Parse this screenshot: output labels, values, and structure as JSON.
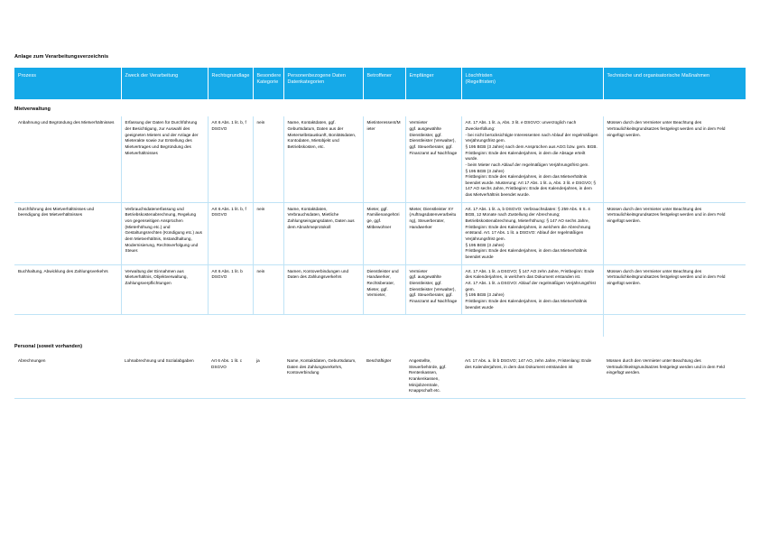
{
  "document": {
    "title": "Anlage zum Verarbeitungsverzeichnis",
    "accent_color": "#15A9E8",
    "grid_color": "#BFE3F6"
  },
  "table": {
    "headers": [
      "Prozess",
      "Zweck der Verarbeitung",
      "Rechtsgrundlage",
      "Besondere Kategorie",
      "Personenbezogene Daten Datenkategorien",
      "Betroffener",
      "Empfänger",
      "Löschfristen\n(Regelfristen)",
      "Technische und organisatorische Maßnahmen"
    ],
    "sections": [
      {
        "label": "Mietverwaltung",
        "rows": [
          {
            "prozess": "Anbahnung und Begründung des Mietverhältnisses",
            "zweck": "Erfassung der Daten für Durchführung der Besichtigung, zur Auswahl des geeigneten Mieters und der Anlage der Mieterakte sowie zur Erstellung des Mietvertrages und Begründung des Mietverhältnisses",
            "rechtsgrundlage": "Art 6 Abs. 1 lit. b, f DSGVO",
            "besondere_kategorie": "nein",
            "datenkategorien": "Name, Kontaktdaten, ggf. Geburtsdatum, Daten aus der Mieterselbstauskunft, Bonitätsdaten, Kontodaten, Mietobjekt und Betriebskosten, etc.",
            "betroffener": "Mietinteressent/Mieter",
            "empfaenger": "Vermieter\nggf. ausgewählte Dienstleister, ggf. Dienstleister (Verwalter), ggf. Steuerberater, ggf. Finanzamt auf Nachfrage",
            "loeschfristen": "Art. 17 Abs. 1 lit. a, Abs. 3 lit. e DSGVO: unverzüglich nach Zweckerfüllung:\n- bei nicht berücksichtigte Interessenten nach Ablauf der regelmäßigen Verjährungsfrist gem.\n§ 195 BGB (3 Jahre) nach dem Ansprüchen aus AGG bzw. gem. BGB. Fristbeginn: Ende des Kalenderjahres, in dem die Absage erteilt wurde.\n- beim Mieter nach Ablauf der regelmäßigen Verjährungsfrist gem.\n§ 195 BGB (3 Jahre)\nFristbeginn: Ende des Kalenderjahres, in dem das Mietverhältnis beendet wurde. Musterung: Art 17 Abs. 1 lit. a, Abs. 3 lit. e DSGVO; § 147 AO sechs Jahre, Fristbeginn: Ende des Kalenderjahres, in dem das Mietverhältnis beendet wurde.",
            "massnahmen": "Müssen durch den Vermieter unter Beachtung des Vertraulichkeitsgrundsatzes festgelegt werden und in dem Feld eingefügt werden."
          },
          {
            "prozess": "Durchführung des Mietverhältnisses und beendigung des Mietverhältnisses",
            "zweck": "Verbrauchsdatenerfassung und Betriebskostenabrechnung, Regelung von gegenseitigen Ansprüchen (Mieterhöhung etc.) und Gestaltungsrechten (Kündigung etc.) aus dem Mietverhältnis, Instandhaltung, Modernisierung, Rechtsverfolgung und Steuer.",
            "rechtsgrundlage": "Art 6 Abs. 1 lit. b, f DSGVO",
            "besondere_kategorie": "nein",
            "datenkategorien": "Name, Kontaktdaten, Verbrauchsdaten, Mietliche Zahlungseingangsdaten, Daten aus dem Abnahmeprotokoll",
            "betroffener": "Mieter, ggf. Familienangehörige, ggf. Mitbewohner",
            "empfaenger": "Mieter, Dienstleister XY (Auftragsdatenverarbeitung), Steuerberater, Handwerker",
            "loeschfristen": "Art. 17 Abs. 1 lit. a, b DSGVO: Verbrauchsdaten: § 259 Abs. 6 S. 4 BGB, 12 Monate nach Zustellung der Abrechnung; Betriebskostenabrechnung, Mieterhöhung: § 147 AO sechs Jahre, Fristbeginn: Ende des Kalenderjahres, in welchem die Abrechnung entstand. Art. 17 Abs. 1 lit. a DSGVO: Ablauf der regelmäßigen Verjährungsfrist gem.\n§ 195 BGB (3 Jahre)\nFristbeginn: Ende des Kalenderjahres, in dem das Mietverhältnis beendet wurde",
            "massnahmen": "Müssen durch den Vermieter unter Beachtung des Vertraulichkeitsgrundsatzes festgelegt werden und in dem Feld eingefügt werden."
          },
          {
            "prozess": "Buchhaltung, Abwicklung des Zahlungsverkehrs",
            "zweck": "Verwaltung der Einnahmen aus Mietverhältnis, Objektverwaltung, Zahlungsverpflichtungen",
            "rechtsgrundlage": "Art 6 Abs. 1 lit. b DSGVO",
            "besondere_kategorie": "nein",
            "datenkategorien": "Namen, Kontoverbindungen und Daten des Zahlungsverkehrs",
            "betroffener": "Dienstleister und Handwerker, Rechtsberater, Mieter, ggf. Vermieter,",
            "empfaenger": "Vermieter\nggf. ausgewählte Dienstleister, ggf. Dienstleister (Verwalter), ggf. Steuerberater, ggf. Finanzamt auf Nachfrage",
            "loeschfristen": "Art. 17 Abs. 1 lit. a DSGVO; § 147 AO zehn Jahre, Fristbeginn: Ende des Kalenderjahres, in welchem das Dokument erstanden ist.\nArt. 17 Abs. 1 lit. a DSGVO: Ablauf der regelmäßigen Verjährungsfrist gem.\n§ 195 BGB (3 Jahre)\nFristbeginn: Ende des Kalenderjahres, in dem das Mietverhältnis beendet wurde",
            "massnahmen": "Müssen durch den Vermieter unter Beachtung des Vertraulichkeitsgrundsatzes festgelegt werden und in dem Feld eingefügt werden."
          }
        ]
      },
      {
        "label": "Personal (soweit vorhanden)",
        "rows": [
          {
            "prozess": "Abrechnungen",
            "zweck": "Lohnabrechnung und Sozialabgaben",
            "rechtsgrundlage": "Art 6 Abs. 1 lit. c DSGVO",
            "besondere_kategorie": "ja",
            "datenkategorien": "Name, Kontaktdaten, Geburtsdatum, Daten des Zahlungsverkehrs, Kontoverbindung",
            "betroffener": "Beschäftigter",
            "empfaenger": "Angestellte, Steuerbehörde, ggf. Rentenkassen, Krankenkassen, Minijobzentrale, Knappschaft etc.",
            "loeschfristen": "Art. 17 Abs. a. lit b DSGVO; 147 AO, zehn Jahre, Fristenlang: Ende des Kalenderjahres, in dem das Dokument entstanden ist",
            "massnahmen": "Müssen durch den Vermieter unter Beachtung des Vertraulichkeitsgrundsatzes festgelegt werden und in dem Feld eingefügt werden."
          }
        ]
      }
    ]
  }
}
